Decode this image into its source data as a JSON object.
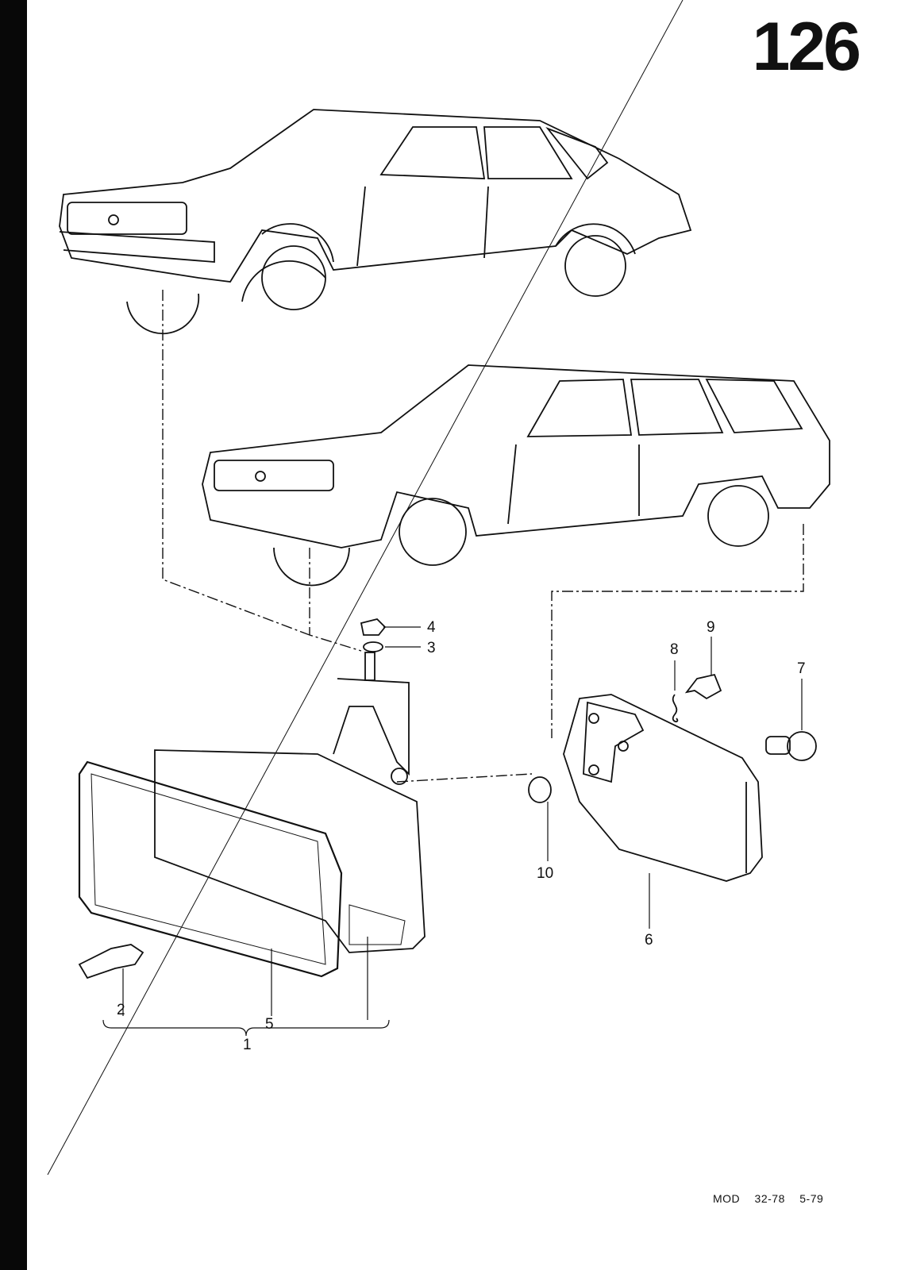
{
  "page_number": "126",
  "callouts": [
    "1",
    "2",
    "3",
    "4",
    "5",
    "6",
    "7",
    "8",
    "9",
    "10"
  ],
  "footer": {
    "model_code": "MOD 32-78",
    "date": "5-79"
  }
}
